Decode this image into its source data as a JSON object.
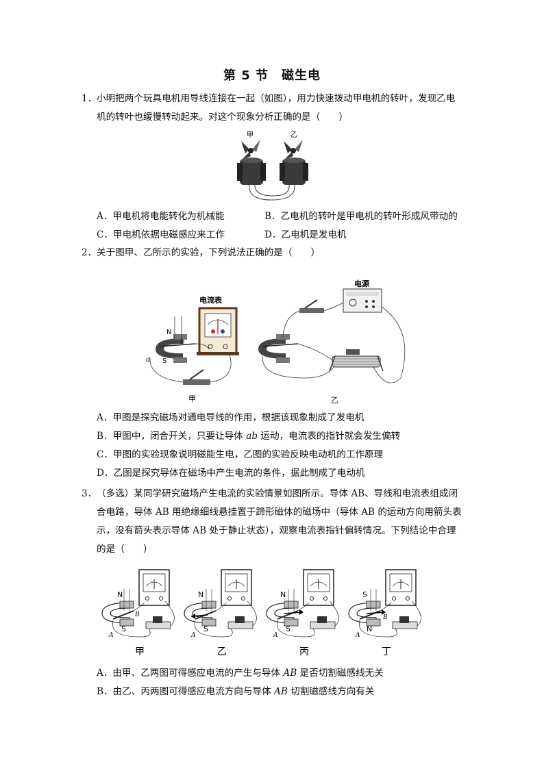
{
  "title": "第 5 节　磁生电",
  "q1": {
    "num": "1．",
    "line1": "小明把两个玩具电机用导线连接在一起（如图），用力快速拨动甲电机的转叶，发现乙电",
    "line2": "机的转叶也缓慢转动起来。对这个现象分析正确的是（　　）",
    "fig_labels": [
      "甲",
      "乙"
    ],
    "options": [
      "A．甲电机将电能转化为机械能",
      "B．乙电机的转叶是甲电机的转叶形成风带动的",
      "C．甲电机依据电磁感应来工作",
      "D．乙电机是发电机"
    ]
  },
  "q2": {
    "num": "2．",
    "stem": "关于图甲、乙所示的实验，下列说法正确的是（　　）",
    "fig_labels": {
      "ammeter": "电流表",
      "power": "电源",
      "N": "N",
      "S": "S",
      "a": "a",
      "b": "b",
      "left": "甲",
      "right": "乙"
    },
    "options": [
      "A．甲图是探究磁场对通电导线的作用，根据该现象制成了发电机",
      "B．甲图中，闭合开关，只要让导体 ab 运动，电流表的指针就会发生偏转",
      "C．甲图的实验现象说明磁能生电，乙图的实验反映电动机的工作原理",
      "D．乙图是探究导体在磁场中产生电流的条件，据此制成了电动机"
    ]
  },
  "q3": {
    "num": "3．",
    "line1": "（多选）某同学研究磁场产生电流的实验情景如图所示。导体 AB、导线和电流表组成闭",
    "line2": "合电路，导体 AB 用绝缘细线悬挂置于蹄形磁体的磁场中（导体 AB 的运动方向用箭头表",
    "line3": "示，没有箭头表示导体 AB 处于静止状态），观察电流表指针偏转情况。下列结论中合理",
    "line4": "的是（　　）",
    "fig_labels": [
      "甲",
      "乙",
      "丙",
      "丁"
    ],
    "options": [
      "A．由甲、乙两图可得感应电流的产生与导体 AB 是否切割磁感线无关",
      "B．由乙、丙两图可得感应电流方向与导体 AB 切割磁感线方向有关"
    ]
  }
}
